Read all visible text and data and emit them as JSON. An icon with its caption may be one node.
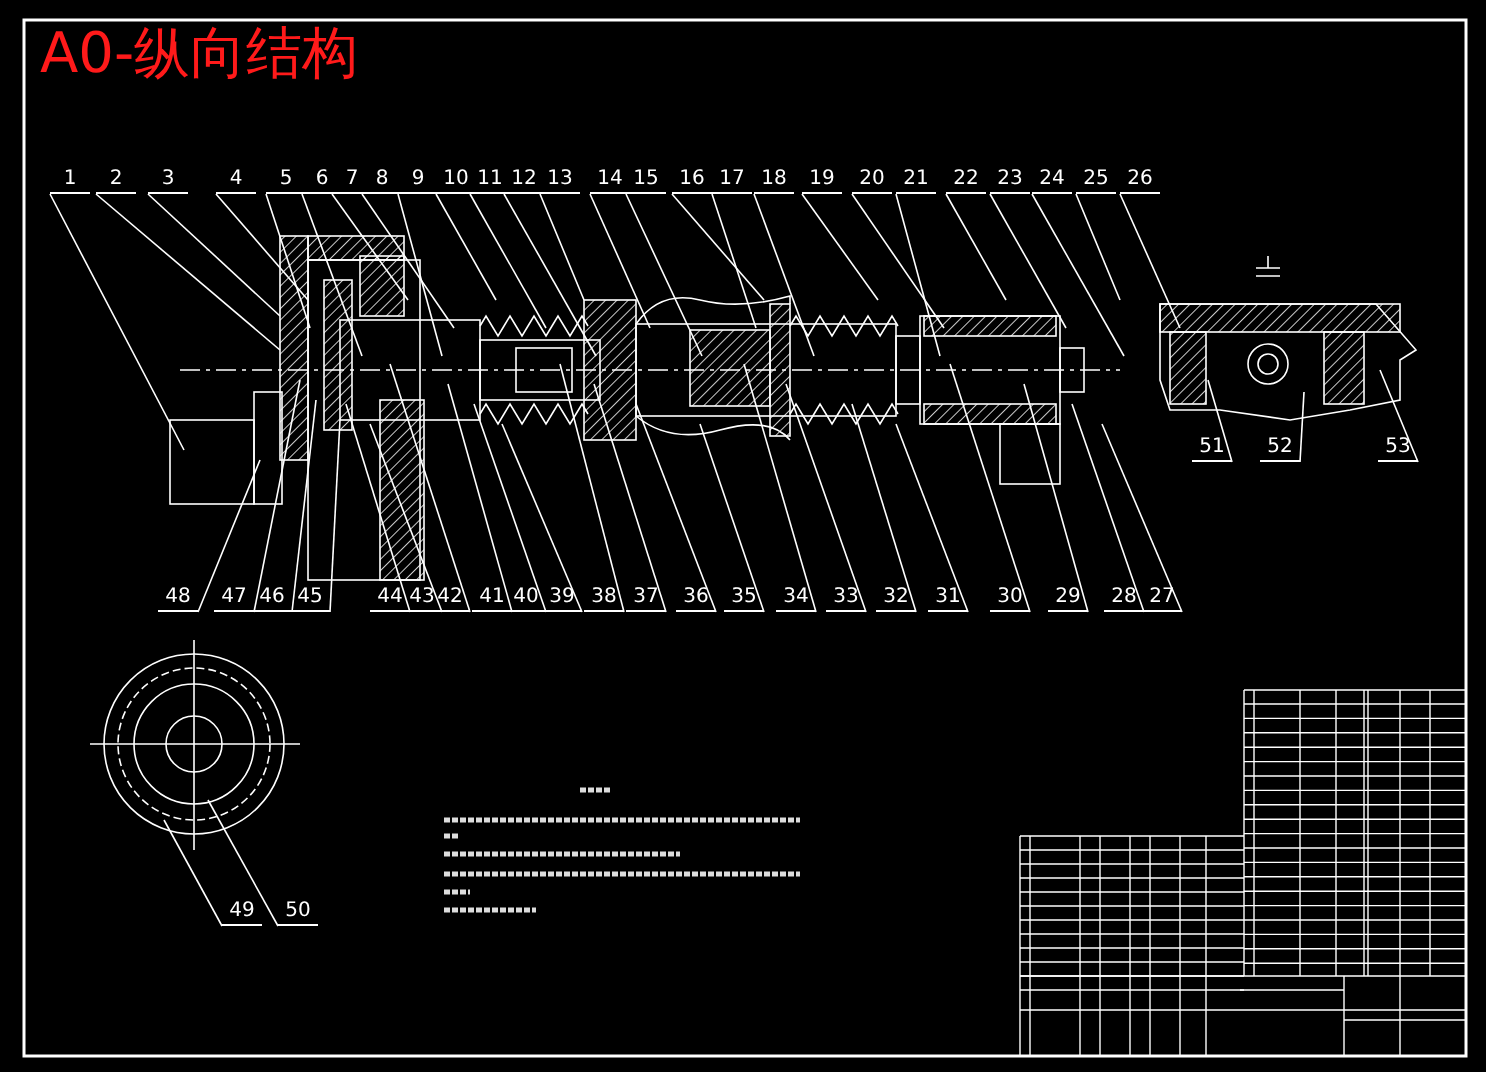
{
  "diagram": {
    "title": "A0-纵向结构",
    "nodes": [
      {
        "text": [
          "1"
        ]
      },
      {
        "text": [
          "2"
        ]
      },
      {
        "text": [
          "3"
        ]
      },
      {
        "text": [
          "4"
        ]
      },
      {
        "text": [
          "5"
        ]
      },
      {
        "text": [
          "6"
        ]
      },
      {
        "text": [
          "7"
        ]
      },
      {
        "text": [
          "8"
        ]
      },
      {
        "text": [
          "9"
        ]
      },
      {
        "text": [
          "10"
        ]
      },
      {
        "text": [
          "11"
        ]
      },
      {
        "text": [
          "12"
        ]
      },
      {
        "text": [
          "13"
        ]
      },
      {
        "text": [
          "14"
        ]
      },
      {
        "text": [
          "15"
        ]
      },
      {
        "text": [
          "16"
        ]
      },
      {
        "text": [
          "17"
        ]
      },
      {
        "text": [
          "18"
        ]
      },
      {
        "text": [
          "19"
        ]
      },
      {
        "text": [
          "20"
        ]
      },
      {
        "text": [
          "21"
        ]
      },
      {
        "text": [
          "22"
        ]
      },
      {
        "text": [
          "23"
        ]
      },
      {
        "text": [
          "24"
        ]
      },
      {
        "text": [
          "25"
        ]
      },
      {
        "text": [
          "26"
        ]
      },
      {
        "text": [
          "27"
        ]
      },
      {
        "text": [
          "28"
        ]
      },
      {
        "text": [
          "29"
        ]
      },
      {
        "text": [
          "30"
        ]
      },
      {
        "text": [
          "31"
        ]
      },
      {
        "text": [
          "32"
        ]
      },
      {
        "text": [
          "33"
        ]
      },
      {
        "text": [
          "34"
        ]
      },
      {
        "text": [
          "35"
        ]
      },
      {
        "text": [
          "36"
        ]
      },
      {
        "text": [
          "37"
        ]
      },
      {
        "text": [
          "38"
        ]
      },
      {
        "text": [
          "39"
        ]
      },
      {
        "text": [
          "40"
        ]
      },
      {
        "text": [
          "41"
        ]
      },
      {
        "text": [
          "42"
        ]
      },
      {
        "text": [
          "43"
        ]
      },
      {
        "text": [
          "44"
        ]
      },
      {
        "text": [
          "45"
        ]
      },
      {
        "text": [
          "46"
        ]
      },
      {
        "text": [
          "47"
        ]
      },
      {
        "text": [
          "48"
        ]
      },
      {
        "text": [
          "49"
        ]
      },
      {
        "text": [
          "50"
        ]
      },
      {
        "text": [
          "51"
        ]
      },
      {
        "text": [
          "52"
        ]
      },
      {
        "text": [
          "53"
        ]
      }
    ],
    "edges": [
      {
        "from": 0,
        "to": null,
        "arrow": "none"
      },
      {
        "from": 1,
        "to": null,
        "arrow": "none"
      },
      {
        "from": 2,
        "to": null,
        "arrow": "none"
      },
      {
        "from": 3,
        "to": null,
        "arrow": "none"
      },
      {
        "from": 4,
        "to": null,
        "arrow": "none"
      },
      {
        "from": 5,
        "to": null,
        "arrow": "none"
      },
      {
        "from": 6,
        "to": null,
        "arrow": "none"
      },
      {
        "from": 7,
        "to": null,
        "arrow": "none"
      },
      {
        "from": 8,
        "to": null,
        "arrow": "none"
      },
      {
        "from": 9,
        "to": null,
        "arrow": "none"
      },
      {
        "from": 10,
        "to": null,
        "arrow": "none"
      },
      {
        "from": 11,
        "to": null,
        "arrow": "none"
      },
      {
        "from": 12,
        "to": null,
        "arrow": "none"
      },
      {
        "from": 13,
        "to": null,
        "arrow": "none"
      },
      {
        "from": 14,
        "to": null,
        "arrow": "none"
      },
      {
        "from": 15,
        "to": null,
        "arrow": "none"
      },
      {
        "from": 16,
        "to": null,
        "arrow": "none"
      },
      {
        "from": 17,
        "to": null,
        "arrow": "none"
      },
      {
        "from": 18,
        "to": null,
        "arrow": "none"
      },
      {
        "from": 19,
        "to": null,
        "arrow": "none"
      },
      {
        "from": 20,
        "to": null,
        "arrow": "none"
      },
      {
        "from": 21,
        "to": null,
        "arrow": "none"
      },
      {
        "from": 22,
        "to": null,
        "arrow": "none"
      },
      {
        "from": 23,
        "to": null,
        "arrow": "none"
      },
      {
        "from": 24,
        "to": null,
        "arrow": "none"
      },
      {
        "from": 25,
        "to": null,
        "arrow": "none"
      },
      {
        "from": 26,
        "to": null,
        "arrow": "none"
      },
      {
        "from": 27,
        "to": null,
        "arrow": "none"
      },
      {
        "from": 28,
        "to": null,
        "arrow": "none"
      },
      {
        "from": 29,
        "to": null,
        "arrow": "none"
      },
      {
        "from": 30,
        "to": null,
        "arrow": "none"
      },
      {
        "from": 31,
        "to": null,
        "arrow": "none"
      },
      {
        "from": 32,
        "to": null,
        "arrow": "none"
      },
      {
        "from": 33,
        "to": null,
        "arrow": "none"
      },
      {
        "from": 34,
        "to": null,
        "arrow": "none"
      },
      {
        "from": 35,
        "to": null,
        "arrow": "none"
      },
      {
        "from": 36,
        "to": null,
        "arrow": "none"
      },
      {
        "from": 37,
        "to": null,
        "arrow": "none"
      },
      {
        "from": 38,
        "to": null,
        "arrow": "none"
      },
      {
        "from": 39,
        "to": null,
        "arrow": "none"
      },
      {
        "from": 40,
        "to": null,
        "arrow": "none"
      },
      {
        "from": 41,
        "to": null,
        "arrow": "none"
      },
      {
        "from": 42,
        "to": null,
        "arrow": "none"
      },
      {
        "from": 43,
        "to": null,
        "arrow": "none"
      },
      {
        "from": 44,
        "to": null,
        "arrow": "none"
      },
      {
        "from": 45,
        "to": null,
        "arrow": "none"
      },
      {
        "from": 46,
        "to": null,
        "arrow": "none"
      },
      {
        "from": 47,
        "to": null,
        "arrow": "none"
      },
      {
        "from": 48,
        "to": null,
        "arrow": "none"
      },
      {
        "from": 49,
        "to": null,
        "arrow": "none"
      },
      {
        "from": 50,
        "to": null,
        "arrow": "none"
      },
      {
        "from": 51,
        "to": null,
        "arrow": "none"
      },
      {
        "from": 52,
        "to": null,
        "arrow": "none"
      }
    ]
  }
}
